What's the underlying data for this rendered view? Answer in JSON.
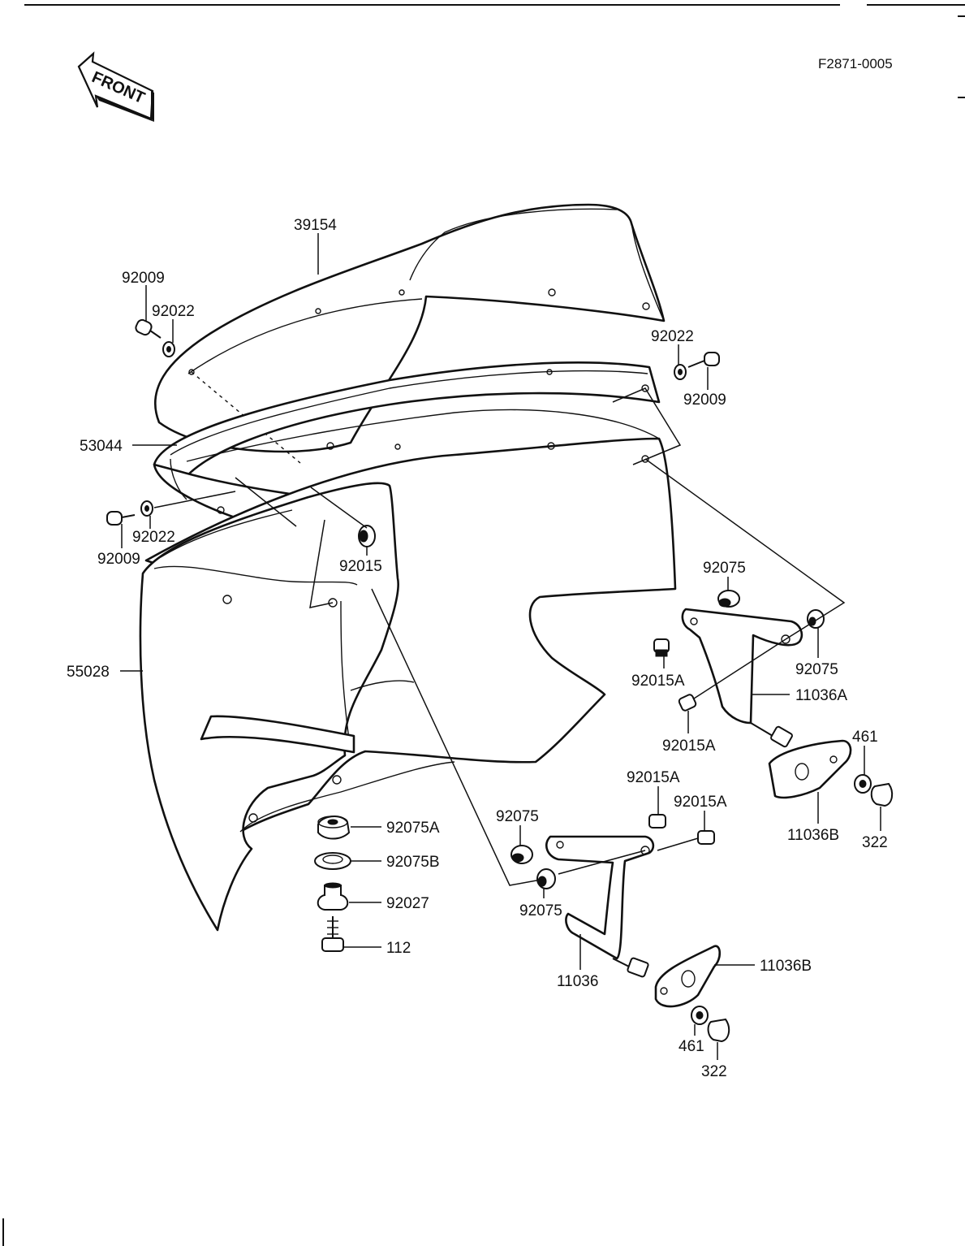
{
  "figure_code": "F2871-0005",
  "front_arrow_label": "FRONT",
  "labels": {
    "l39154": "39154",
    "l92009_tl": "92009",
    "l92022_tl": "92022",
    "l92022_tr": "92022",
    "l92009_tr": "92009",
    "l53044": "53044",
    "l92022_ml": "92022",
    "l92009_ml": "92009",
    "l92015": "92015",
    "l55028": "55028",
    "l92075_top": "92075",
    "l92075_right": "92075",
    "l92015A_1": "92015A",
    "l11036A": "11036A",
    "l92015A_2": "92015A",
    "l461_top": "461",
    "l11036B_top": "11036B",
    "l322_top": "322",
    "l92015A_3": "92015A",
    "l92015A_4": "92015A",
    "l92075_mid": "92075",
    "l92075A": "92075A",
    "l92075B": "92075B",
    "l92027": "92027",
    "l112": "112",
    "l92075_low": "92075",
    "l11036": "11036",
    "l11036B_low": "11036B",
    "l461_low": "461",
    "l322_low": "322"
  }
}
